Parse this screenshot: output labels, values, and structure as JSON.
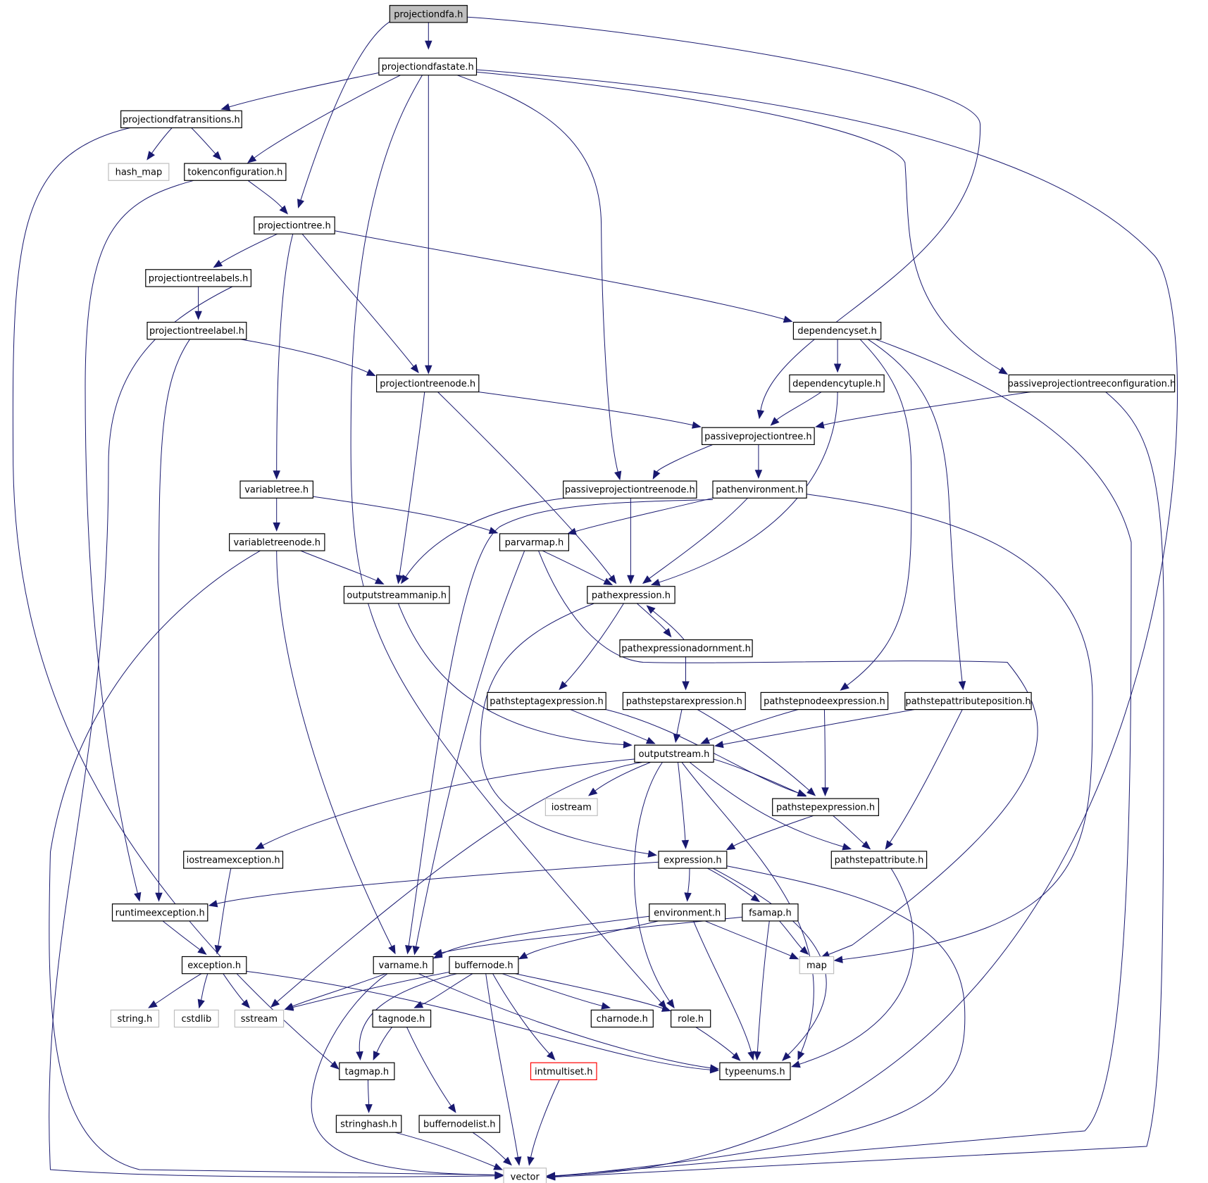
{
  "diagram": {
    "type": "include-dependency-graph",
    "colors": {
      "edge": "#191970",
      "root_fill": "#bfbfbf",
      "node_border": "#000000",
      "external_border": "#bfbfbf",
      "truncated_border": "#ff0000"
    },
    "nodes": [
      {
        "id": "projectiondfa",
        "label": "projectiondfa.h",
        "kind": "root"
      },
      {
        "id": "projectiondfastate",
        "label": "projectiondfastate.h",
        "kind": "header"
      },
      {
        "id": "projectiondfatransitions",
        "label": "projectiondfatransitions.h",
        "kind": "header"
      },
      {
        "id": "hash_map",
        "label": "hash_map",
        "kind": "external"
      },
      {
        "id": "tokenconfiguration",
        "label": "tokenconfiguration.h",
        "kind": "header"
      },
      {
        "id": "projectiontree",
        "label": "projectiontree.h",
        "kind": "header"
      },
      {
        "id": "projectiontreelabels",
        "label": "projectiontreelabels.h",
        "kind": "header"
      },
      {
        "id": "projectiontreelabel",
        "label": "projectiontreelabel.h",
        "kind": "header"
      },
      {
        "id": "dependencyset",
        "label": "dependencyset.h",
        "kind": "header"
      },
      {
        "id": "projectiontreenode",
        "label": "projectiontreenode.h",
        "kind": "header"
      },
      {
        "id": "dependencytuple",
        "label": "dependencytuple.h",
        "kind": "header"
      },
      {
        "id": "passiveprojectiontreeconfiguration",
        "label": "passiveprojectiontreeconfiguration.h",
        "kind": "header"
      },
      {
        "id": "passiveprojectiontree",
        "label": "passiveprojectiontree.h",
        "kind": "header"
      },
      {
        "id": "variabletree",
        "label": "variabletree.h",
        "kind": "header"
      },
      {
        "id": "passiveprojectiontreenode",
        "label": "passiveprojectiontreenode.h",
        "kind": "header"
      },
      {
        "id": "pathenvironment",
        "label": "pathenvironment.h",
        "kind": "header"
      },
      {
        "id": "variabletreenode",
        "label": "variabletreenode.h",
        "kind": "header"
      },
      {
        "id": "parvarmap",
        "label": "parvarmap.h",
        "kind": "header"
      },
      {
        "id": "outputstreammanip",
        "label": "outputstreammanip.h",
        "kind": "header"
      },
      {
        "id": "pathexpression",
        "label": "pathexpression.h",
        "kind": "header"
      },
      {
        "id": "pathexpressionadornment",
        "label": "pathexpressionadornment.h",
        "kind": "header"
      },
      {
        "id": "pathsteptagexpression",
        "label": "pathsteptagexpression.h",
        "kind": "header"
      },
      {
        "id": "pathstepstarexpression",
        "label": "pathstepstarexpression.h",
        "kind": "header"
      },
      {
        "id": "pathstepnodeexpression",
        "label": "pathstepnodeexpression.h",
        "kind": "header"
      },
      {
        "id": "pathstepattributeposition",
        "label": "pathstepattributeposition.h",
        "kind": "header"
      },
      {
        "id": "outputstream",
        "label": "outputstream.h",
        "kind": "header"
      },
      {
        "id": "iostream",
        "label": "iostream",
        "kind": "external"
      },
      {
        "id": "pathstepexpression",
        "label": "pathstepexpression.h",
        "kind": "header"
      },
      {
        "id": "iostreamexception",
        "label": "iostreamexception.h",
        "kind": "header"
      },
      {
        "id": "expression",
        "label": "expression.h",
        "kind": "header"
      },
      {
        "id": "pathstepattribute",
        "label": "pathstepattribute.h",
        "kind": "header"
      },
      {
        "id": "runtimeexception",
        "label": "runtimeexception.h",
        "kind": "header"
      },
      {
        "id": "environment",
        "label": "environment.h",
        "kind": "header"
      },
      {
        "id": "fsamap",
        "label": "fsamap.h",
        "kind": "header"
      },
      {
        "id": "exception",
        "label": "exception.h",
        "kind": "header"
      },
      {
        "id": "varname",
        "label": "varname.h",
        "kind": "header"
      },
      {
        "id": "buffernode",
        "label": "buffernode.h",
        "kind": "header"
      },
      {
        "id": "map",
        "label": "map",
        "kind": "external"
      },
      {
        "id": "string",
        "label": "string.h",
        "kind": "external"
      },
      {
        "id": "cstdlib",
        "label": "cstdlib",
        "kind": "external"
      },
      {
        "id": "sstream",
        "label": "sstream",
        "kind": "external"
      },
      {
        "id": "tagnode",
        "label": "tagnode.h",
        "kind": "header"
      },
      {
        "id": "charnode",
        "label": "charnode.h",
        "kind": "header"
      },
      {
        "id": "role",
        "label": "role.h",
        "kind": "header"
      },
      {
        "id": "tagmap",
        "label": "tagmap.h",
        "kind": "header"
      },
      {
        "id": "intmultiset",
        "label": "intmultiset.h",
        "kind": "truncated"
      },
      {
        "id": "typeenums",
        "label": "typeenums.h",
        "kind": "header"
      },
      {
        "id": "stringhash",
        "label": "stringhash.h",
        "kind": "header"
      },
      {
        "id": "buffernodelist",
        "label": "buffernodelist.h",
        "kind": "header"
      },
      {
        "id": "vector",
        "label": "vector",
        "kind": "external"
      }
    ],
    "edges": [
      [
        "projectiondfa",
        "projectiondfastate"
      ],
      [
        "projectiondfa",
        "projectiontree"
      ],
      [
        "projectiondfa",
        "passiveprojectiontree"
      ],
      [
        "projectiondfastate",
        "projectiondfatransitions"
      ],
      [
        "projectiondfastate",
        "tokenconfiguration"
      ],
      [
        "projectiondfastate",
        "projectiontreenode"
      ],
      [
        "projectiondfastate",
        "passiveprojectiontreenode"
      ],
      [
        "projectiondfastate",
        "passiveprojectiontreeconfiguration"
      ],
      [
        "projectiondfastate",
        "role"
      ],
      [
        "projectiondfastate",
        "vector"
      ],
      [
        "projectiondfatransitions",
        "hash_map"
      ],
      [
        "projectiondfatransitions",
        "tokenconfiguration"
      ],
      [
        "projectiondfatransitions",
        "tagmap"
      ],
      [
        "tokenconfiguration",
        "projectiontree"
      ],
      [
        "tokenconfiguration",
        "runtimeexception"
      ],
      [
        "projectiontree",
        "projectiontreelabels"
      ],
      [
        "projectiontree",
        "projectiontreenode"
      ],
      [
        "projectiontree",
        "variabletree"
      ],
      [
        "projectiontree",
        "dependencyset"
      ],
      [
        "projectiontreelabels",
        "projectiontreelabel"
      ],
      [
        "projectiontreelabels",
        "vector"
      ],
      [
        "projectiontreelabel",
        "projectiontreenode"
      ],
      [
        "projectiontreelabel",
        "runtimeexception"
      ],
      [
        "projectiontreenode",
        "passiveprojectiontree"
      ],
      [
        "projectiontreenode",
        "outputstreammanip"
      ],
      [
        "projectiontreenode",
        "pathexpression"
      ],
      [
        "dependencyset",
        "dependencytuple"
      ],
      [
        "dependencyset",
        "pathstepnodeexpression"
      ],
      [
        "dependencyset",
        "pathstepattributeposition"
      ],
      [
        "dependencyset",
        "vector"
      ],
      [
        "dependencytuple",
        "passiveprojectiontree"
      ],
      [
        "dependencytuple",
        "pathexpression"
      ],
      [
        "passiveprojectiontreeconfiguration",
        "passiveprojectiontree"
      ],
      [
        "passiveprojectiontreeconfiguration",
        "vector"
      ],
      [
        "passiveprojectiontree",
        "passiveprojectiontreenode"
      ],
      [
        "passiveprojectiontree",
        "pathenvironment"
      ],
      [
        "passiveprojectiontreenode",
        "pathexpression"
      ],
      [
        "passiveprojectiontreenode",
        "outputstreammanip"
      ],
      [
        "pathenvironment",
        "parvarmap"
      ],
      [
        "pathenvironment",
        "pathexpression"
      ],
      [
        "pathenvironment",
        "varname"
      ],
      [
        "pathenvironment",
        "map"
      ],
      [
        "variabletree",
        "variabletreenode"
      ],
      [
        "variabletree",
        "parvarmap"
      ],
      [
        "variabletreenode",
        "outputstreammanip"
      ],
      [
        "variabletreenode",
        "varname"
      ],
      [
        "variabletreenode",
        "vector"
      ],
      [
        "parvarmap",
        "pathexpression"
      ],
      [
        "parvarmap",
        "varname"
      ],
      [
        "parvarmap",
        "map"
      ],
      [
        "outputstreammanip",
        "outputstream"
      ],
      [
        "pathexpression",
        "pathexpressionadornment"
      ],
      [
        "pathexpression",
        "pathsteptagexpression"
      ],
      [
        "pathexpression",
        "expression"
      ],
      [
        "pathexpressionadornment",
        "pathexpression"
      ],
      [
        "pathexpressionadornment",
        "pathstepstarexpression"
      ],
      [
        "pathsteptagexpression",
        "outputstream"
      ],
      [
        "pathsteptagexpression",
        "pathstepexpression"
      ],
      [
        "pathstepstarexpression",
        "outputstream"
      ],
      [
        "pathstepstarexpression",
        "pathstepexpression"
      ],
      [
        "pathstepnodeexpression",
        "outputstream"
      ],
      [
        "pathstepnodeexpression",
        "pathstepexpression"
      ],
      [
        "pathstepattributeposition",
        "outputstream"
      ],
      [
        "pathstepattributeposition",
        "pathstepattribute"
      ],
      [
        "outputstream",
        "iostream"
      ],
      [
        "outputstream",
        "iostreamexception"
      ],
      [
        "outputstream",
        "pathstepexpression"
      ],
      [
        "outputstream",
        "expression"
      ],
      [
        "outputstream",
        "pathstepattribute"
      ],
      [
        "outputstream",
        "sstream"
      ],
      [
        "outputstream",
        "role"
      ],
      [
        "outputstream",
        "typeenums"
      ],
      [
        "pathstepexpression",
        "expression"
      ],
      [
        "pathstepexpression",
        "pathstepattribute"
      ],
      [
        "pathstepattribute",
        "typeenums"
      ],
      [
        "iostreamexception",
        "exception"
      ],
      [
        "expression",
        "runtimeexception"
      ],
      [
        "expression",
        "environment"
      ],
      [
        "expression",
        "fsamap"
      ],
      [
        "expression",
        "typeenums"
      ],
      [
        "expression",
        "vector"
      ],
      [
        "runtimeexception",
        "exception"
      ],
      [
        "environment",
        "varname"
      ],
      [
        "environment",
        "buffernode"
      ],
      [
        "environment",
        "map"
      ],
      [
        "environment",
        "typeenums"
      ],
      [
        "fsamap",
        "varname"
      ],
      [
        "fsamap",
        "map"
      ],
      [
        "fsamap",
        "typeenums"
      ],
      [
        "exception",
        "string"
      ],
      [
        "exception",
        "cstdlib"
      ],
      [
        "exception",
        "sstream"
      ],
      [
        "exception",
        "typeenums"
      ],
      [
        "varname",
        "sstream"
      ],
      [
        "varname",
        "vector"
      ],
      [
        "varname",
        "typeenums"
      ],
      [
        "buffernode",
        "sstream"
      ],
      [
        "buffernode",
        "tagnode"
      ],
      [
        "buffernode",
        "charnode"
      ],
      [
        "buffernode",
        "role"
      ],
      [
        "buffernode",
        "tagmap"
      ],
      [
        "buffernode",
        "intmultiset"
      ],
      [
        "buffernode",
        "vector"
      ],
      [
        "tagnode",
        "tagmap"
      ],
      [
        "tagnode",
        "buffernodelist"
      ],
      [
        "role",
        "typeenums"
      ],
      [
        "tagmap",
        "stringhash"
      ],
      [
        "stringhash",
        "vector"
      ],
      [
        "buffernodelist",
        "vector"
      ],
      [
        "intmultiset",
        "vector"
      ]
    ]
  }
}
